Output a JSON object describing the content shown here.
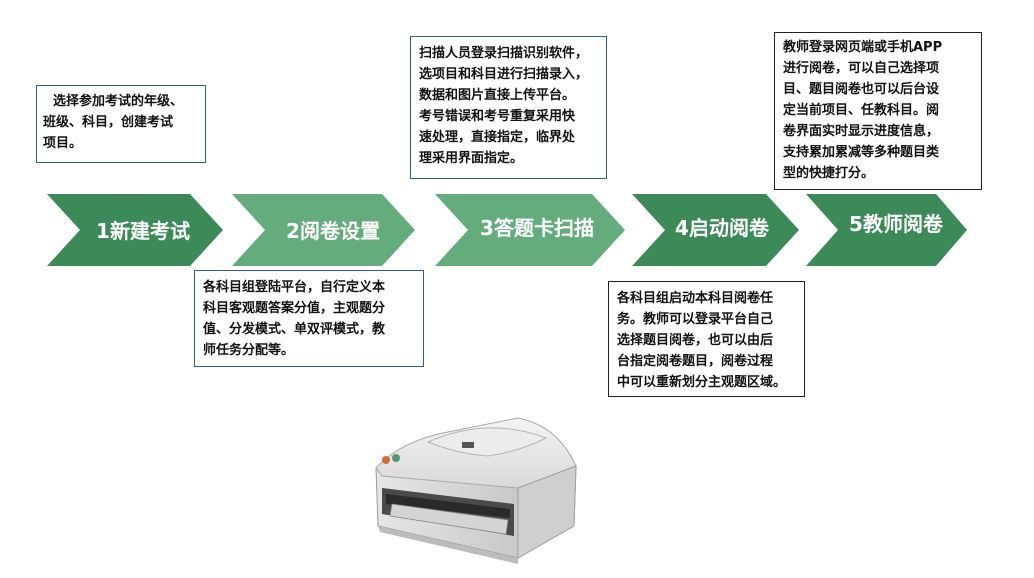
{
  "colors": {
    "arrow_dark": "#3c8a58",
    "arrow_light": "#64ac7b",
    "box_border_blue": "#2e5f88",
    "box_border_black": "#222222"
  },
  "steps": [
    {
      "label": "1新建考试",
      "tone": "dark"
    },
    {
      "label": "2阅卷设置",
      "tone": "light"
    },
    {
      "label": "3答题卡扫描",
      "tone": "light"
    },
    {
      "label": "4启动阅卷",
      "tone": "dark"
    },
    {
      "label": "5教师阅卷",
      "tone": "dark"
    }
  ],
  "notes": {
    "step1": [
      "选择参加考试的年级、",
      "班级、科目，创建考试",
      "项目。"
    ],
    "step2": [
      "各科目组登陆平台，自行定义本",
      "科目客观题答案分值，主观题分",
      "值、分发模式、单双评模式，教",
      "师任务分配等。"
    ],
    "step3": [
      "扫描人员登录扫描识别软件，",
      "选项目和科目进行扫描录入，",
      "数据和图片直接上传平台。",
      "考号错误和考号重复采用快",
      "速处理，直接指定，临界处",
      "理采用界面指定。"
    ],
    "step4": [
      "各科目组启动本科目阅卷任",
      "务。教师可以登录平台自己",
      "选择题目阅卷，也可以由后",
      "台指定阅卷题目，阅卷过程",
      "中可以重新划分主观题区域。"
    ],
    "step5": [
      "教师登录网页端或手机APP",
      "进行阅卷，可以自己选择项",
      "目、题目阅卷也可以后台设",
      "定当前项目、任教科目。阅",
      "卷界面实时显示进度信息，",
      "支持累加累减等多种题目类",
      "型的快捷打分。"
    ]
  },
  "image": {
    "icon": "document-scanner-icon"
  }
}
